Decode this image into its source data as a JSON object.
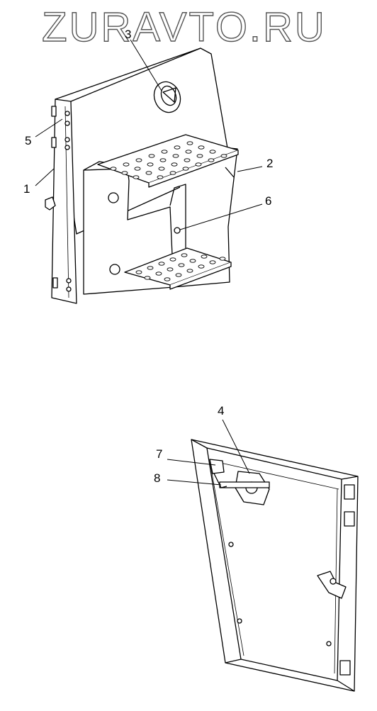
{
  "watermark": {
    "text": "ZURAVTO.RU"
  },
  "callouts": [
    {
      "id": "c1",
      "label": "1"
    },
    {
      "id": "c2",
      "label": "2"
    },
    {
      "id": "c3",
      "label": "3"
    },
    {
      "id": "c4",
      "label": "4"
    },
    {
      "id": "c5",
      "label": "5"
    },
    {
      "id": "c6",
      "label": "6"
    },
    {
      "id": "c7",
      "label": "7"
    },
    {
      "id": "c8",
      "label": "8"
    }
  ],
  "colors": {
    "line": "#000000",
    "paper": "#ffffff",
    "watermark_stroke": "#555555"
  }
}
